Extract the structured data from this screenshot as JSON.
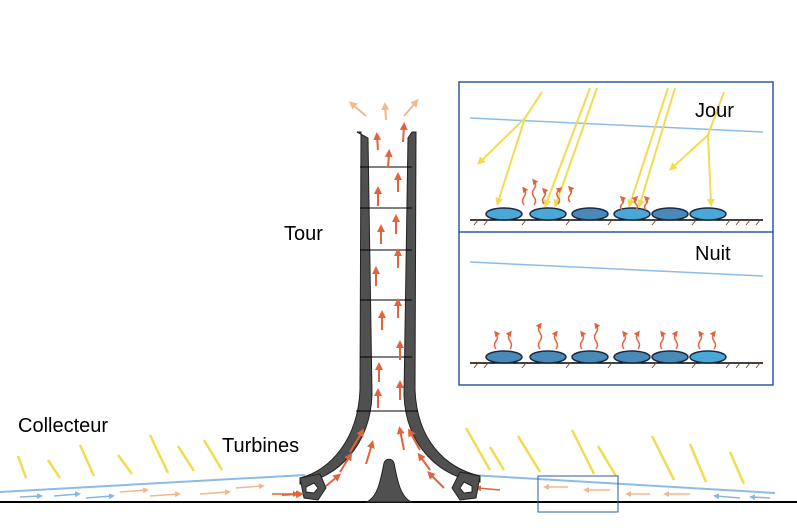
{
  "labels": {
    "tower": "Tour",
    "turbines": "Turbines",
    "collector": "Collecteur",
    "day": "Jour",
    "night": "Nuit"
  },
  "colors": {
    "hot_air": "#e0643c",
    "warm_air": "#f0b890",
    "cool_air": "#8cb4e0",
    "sunlight": "#f0dc50",
    "collector_roof": "#8cbce6",
    "water_bag": "#4aa8d8",
    "tower_wall": "#505050",
    "frame": "#2e5aa0",
    "ground": "#000000",
    "soil_hatch": "#8a4a1e"
  }
}
